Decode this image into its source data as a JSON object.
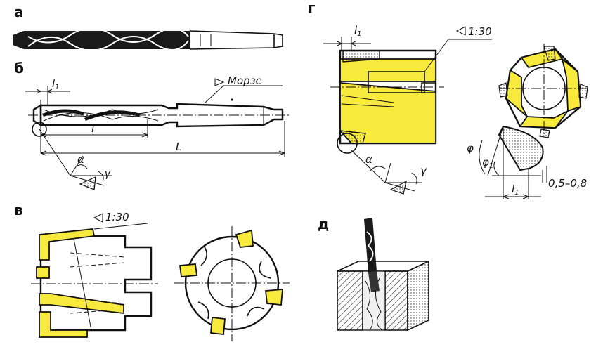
{
  "panels": {
    "a": {
      "label": "а"
    },
    "b": {
      "label": "б",
      "dims": {
        "l1": "l",
        "l1_sub": "1",
        "l": "l",
        "L": "L",
        "taper": "Морзе",
        "alpha": "α",
        "gamma": "γ"
      }
    },
    "v": {
      "label": "в",
      "taper": "1:30"
    },
    "g": {
      "label": "г",
      "taper": "1:30",
      "dims": {
        "l1": "l",
        "l1_sub": "1",
        "phi": "φ",
        "phi1": "φ",
        "phi1_sub": "1",
        "alpha": "α",
        "gamma": "γ",
        "range": "0,5–0,8",
        "l1b": "l",
        "l1b_sub": "1"
      }
    },
    "d": {
      "label": "д"
    }
  },
  "colors": {
    "accent": "#f7ea3c",
    "line": "#111111"
  }
}
